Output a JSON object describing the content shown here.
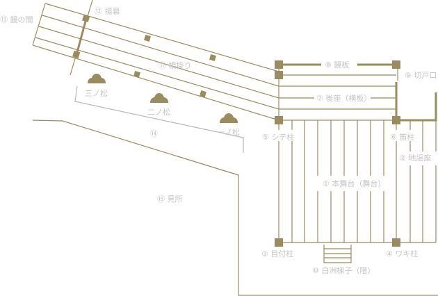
{
  "title": "能舞台 図",
  "colors": {
    "line": "#9a8c5e",
    "label": "#c4c4c4",
    "boundary": "#b8b8b8"
  },
  "labels": {
    "butai": "① 本舞台（舞台）",
    "jiutai": "② 地謡座",
    "metsuke": "③ 目付柱",
    "waki": "④ ワキ柱",
    "shite": "⑤ シテ柱",
    "fue": "⑥ 笛柱",
    "atoza": "⑦ 後座（横板）",
    "kagamiita": "⑧ 鏡板",
    "kiridoguchi": "⑨ 切戸口",
    "shirasu": "⑩ 白洲梯子（階）",
    "hashigakari": "⑪ 橋掛り",
    "agemaku": "⑫ 揚幕",
    "kagaminoma": "⑬ 鏡の間",
    "num14": "⑭",
    "kenjo": "⑮ 見所",
    "sannomatsu": "三ノ松",
    "ninomatsu": "二ノ松",
    "ichinomatsu": "一ノ松"
  },
  "icons": {
    "pine": "pine-tree-icon",
    "pillar": "pillar-square-icon"
  }
}
